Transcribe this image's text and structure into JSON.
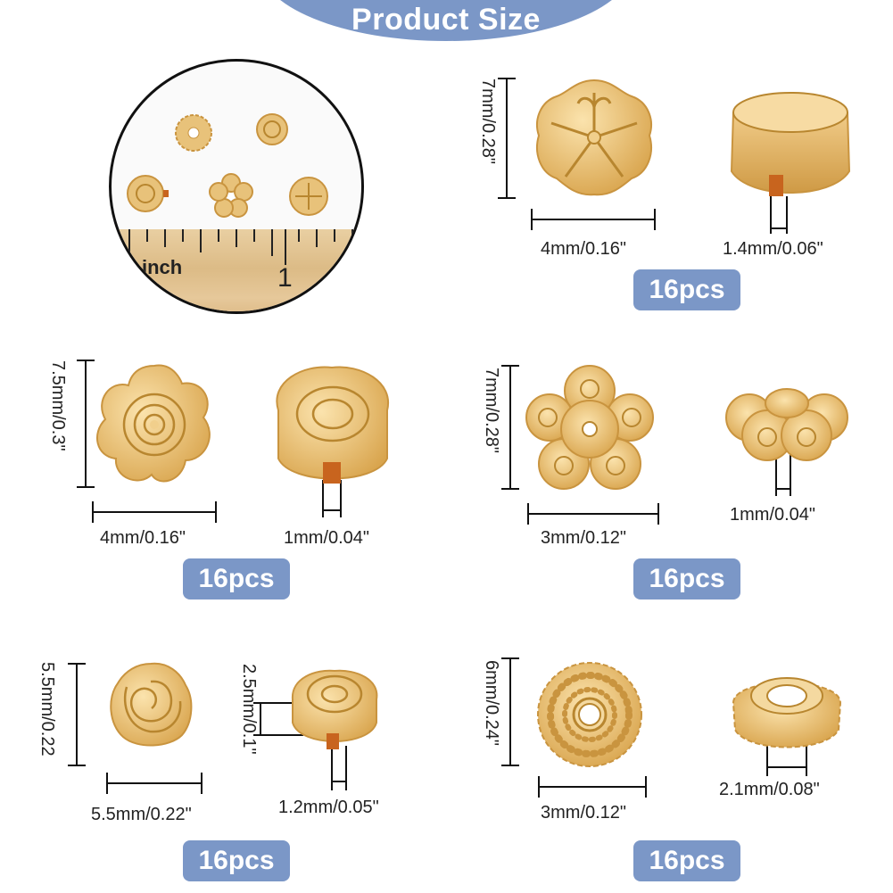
{
  "title": "Product Size",
  "sample": {
    "ruler_unit": "inch",
    "ruler_mark": "1"
  },
  "colors": {
    "banner": "#7b97c7",
    "gold": "#e8c27a",
    "gold_dark": "#c9943f",
    "hole": "#c8641e"
  },
  "beads": [
    {
      "id": "heart-flower",
      "height_label": "7mm/0.28\"",
      "width_label": "4mm/0.16\"",
      "hole_label": "1.4mm/0.06\"",
      "count": "16pcs"
    },
    {
      "id": "plum-rose",
      "height_label": "7.5mm/0.3\"",
      "width_label": "4mm/0.16\"",
      "hole_label": "1mm/0.04\"",
      "count": "16pcs"
    },
    {
      "id": "flower-cap",
      "height_label": "7mm/0.28\"",
      "width_label": "3mm/0.12\"",
      "hole_label": "1mm/0.04\"",
      "count": "16pcs"
    },
    {
      "id": "rose",
      "height_label": "5.5mm/0.22",
      "width_label": "5.5mm/0.22\"",
      "thickness_label": "2.5mm/0.1\"",
      "hole_label": "1.2mm/0.05\"",
      "count": "16pcs"
    },
    {
      "id": "dot-spacer",
      "height_label": "6mm/0.24\"",
      "width_label": "3mm/0.12\"",
      "hole_label": "2.1mm/0.08\"",
      "count": "16pcs"
    }
  ]
}
